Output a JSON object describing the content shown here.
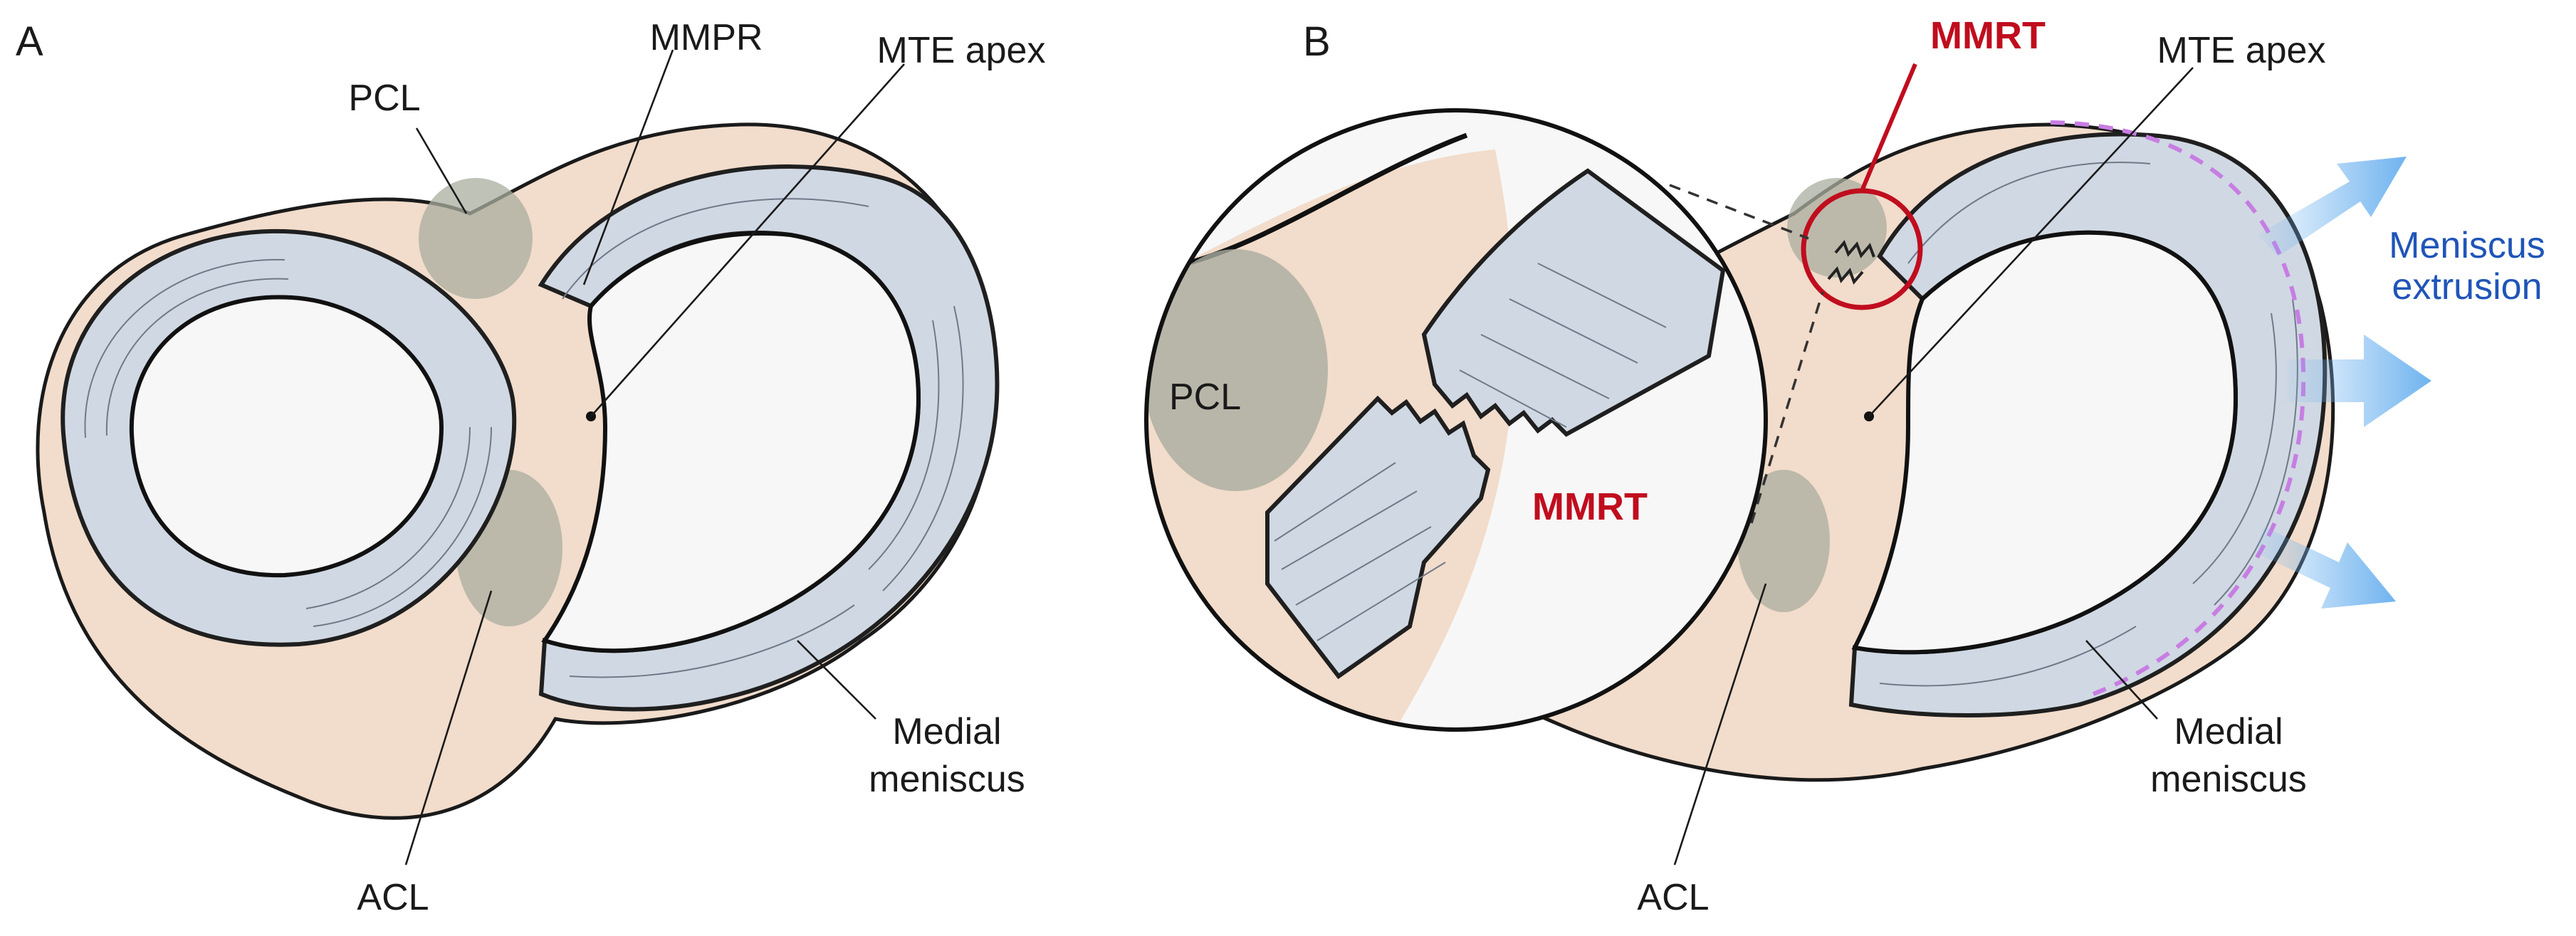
{
  "panel_a": {
    "label": "A",
    "pcl": "PCL",
    "mmpr": "MMPR",
    "mte_apex": "MTE apex",
    "medial_meniscus": [
      "Medial",
      "meniscus"
    ],
    "acl": "ACL"
  },
  "panel_b": {
    "label": "B",
    "mmrt_top": "MMRT",
    "mte_apex": "MTE apex",
    "extrusion": [
      "Meniscus",
      "extrusion"
    ],
    "pcl_zoom": "PCL",
    "mmrt_zoom": "MMRT",
    "medial_meniscus": [
      "Medial",
      "meniscus"
    ],
    "acl": "ACL"
  },
  "colors": {
    "tissue": "#f2dccb",
    "meniscus": "#d0d8e3",
    "ligament": "#a9ad9f",
    "tear_highlight": "#c00d1e",
    "extrusion_arrows": "#6fb3ef",
    "extrusion_text": "#1f55b8",
    "outline_dashed": "#c77de3"
  }
}
